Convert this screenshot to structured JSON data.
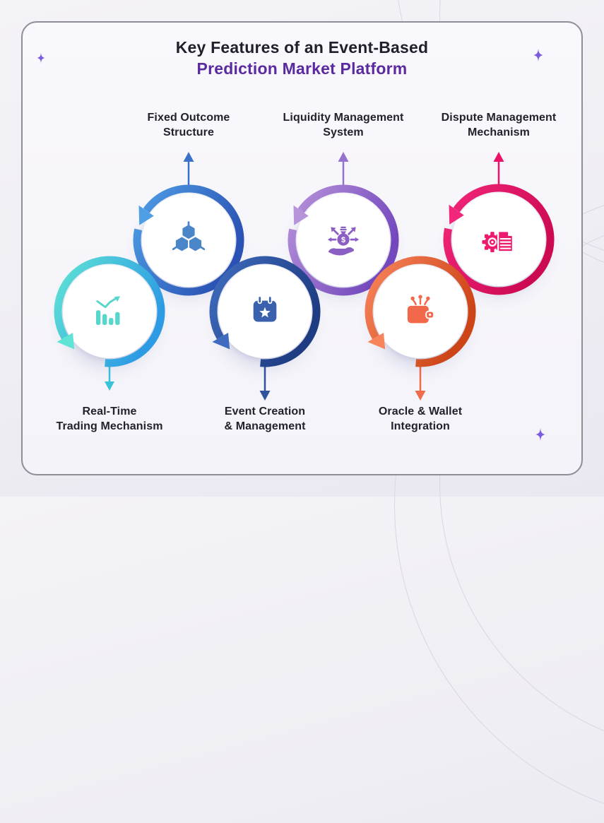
{
  "title": {
    "line1": "Key Features of an Event-Based",
    "line2": "Prediction Market Platform"
  },
  "features": [
    {
      "name": "fixed-outcome-structure",
      "label_lines": [
        "Fixed Outcome",
        "Structure"
      ],
      "position": "top",
      "icon": "hexagons-icon",
      "ring_from": "#4f9fe6",
      "ring_to": "#2a52b4",
      "icon_color": "#4a86c8",
      "arrow_color": "#3a72c8"
    },
    {
      "name": "liquidity-management-system",
      "label_lines": [
        "Liquidity Management",
        "System"
      ],
      "position": "top",
      "icon": "money-distribution-hand-icon",
      "ring_from": "#b793da",
      "ring_to": "#7448bd",
      "icon_color": "#8a5ec2",
      "arrow_color": "#9572cd"
    },
    {
      "name": "dispute-management-mechanism",
      "label_lines": [
        "Dispute Management",
        "Mechanism"
      ],
      "position": "top",
      "icon": "gear-document-icon",
      "ring_from": "#f2267a",
      "ring_to": "#cc0a52",
      "icon_color": "#ee1a6e",
      "arrow_color": "#ed1168"
    },
    {
      "name": "real-time-trading-mechanism",
      "label_lines": [
        "Real-Time",
        "Trading Mechanism"
      ],
      "position": "bottom",
      "icon": "trading-chart-icon",
      "ring_from": "#5fe3d4",
      "ring_to": "#2d9be4",
      "icon_color": "#56d7cb",
      "arrow_color": "#38c3d8"
    },
    {
      "name": "event-creation-management",
      "label_lines": [
        "Event Creation",
        "& Management"
      ],
      "position": "bottom",
      "icon": "calendar-star-icon",
      "ring_from": "#3f6cbe",
      "ring_to": "#1e3c82",
      "icon_color": "#3a61ae",
      "arrow_color": "#2f549c"
    },
    {
      "name": "oracle-wallet-integration",
      "label_lines": [
        "Oracle & Wallet",
        "Integration"
      ],
      "position": "bottom",
      "icon": "wallet-icon",
      "ring_from": "#f8845c",
      "ring_to": "#cc4517",
      "icon_color": "#f2684a",
      "arrow_color": "#ef6b49"
    }
  ],
  "colors": {
    "title_text": "#211f2b",
    "title_accent": "#5b2aa0",
    "label_text": "#23222c",
    "card_border": "#8f8d97",
    "sparkle": "#7b5be0"
  }
}
